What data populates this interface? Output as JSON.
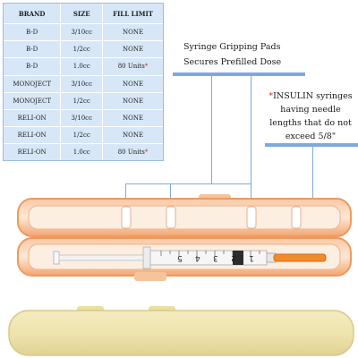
{
  "table": {
    "headers": [
      "BRAND",
      "SIZE",
      "FILL LIMIT"
    ],
    "rows": [
      {
        "brand": "B-D",
        "size": "3/10cc",
        "limit": "NONE",
        "star": ""
      },
      {
        "brand": "B-D",
        "size": "1/2cc",
        "limit": "NONE",
        "star": ""
      },
      {
        "brand": "B-D",
        "size": "1.0cc",
        "limit": "80 Units",
        "star": "*"
      },
      {
        "brand": "MONOJECT",
        "size": "3/10cc",
        "limit": "NONE",
        "star": ""
      },
      {
        "brand": "MONOJECT",
        "size": "1/2cc",
        "limit": "NONE",
        "star": ""
      },
      {
        "brand": "RELI-ON",
        "size": "3/10cc",
        "limit": "NONE",
        "star": ""
      },
      {
        "brand": "RELI-ON",
        "size": "1/2cc",
        "limit": "NONE",
        "star": ""
      },
      {
        "brand": "RELI-ON",
        "size": "1.0cc",
        "limit": "80 Units",
        "star": "*"
      }
    ]
  },
  "callouts": {
    "grip_line1": "Syringe Gripping Pads",
    "grip_line2": "Secures Prefilled Dose",
    "ins_star": "*",
    "ins_line1": "INSULIN syringes",
    "ins_line2": "having needle",
    "ins_line3": "lengths that do not",
    "ins_line4": "exceed 5/8\""
  },
  "syringe": {
    "scale_marks": [
      "5",
      "4",
      "3",
      "2",
      "1"
    ]
  },
  "colors": {
    "table_bg": "#d7e7f7",
    "accent_red": "#d22a2a",
    "callout_line": "#7fa9dd",
    "case_orange": "#f2a571",
    "case_tray_beige": "#eee3a8",
    "needle_cap": "#f28a2e"
  }
}
